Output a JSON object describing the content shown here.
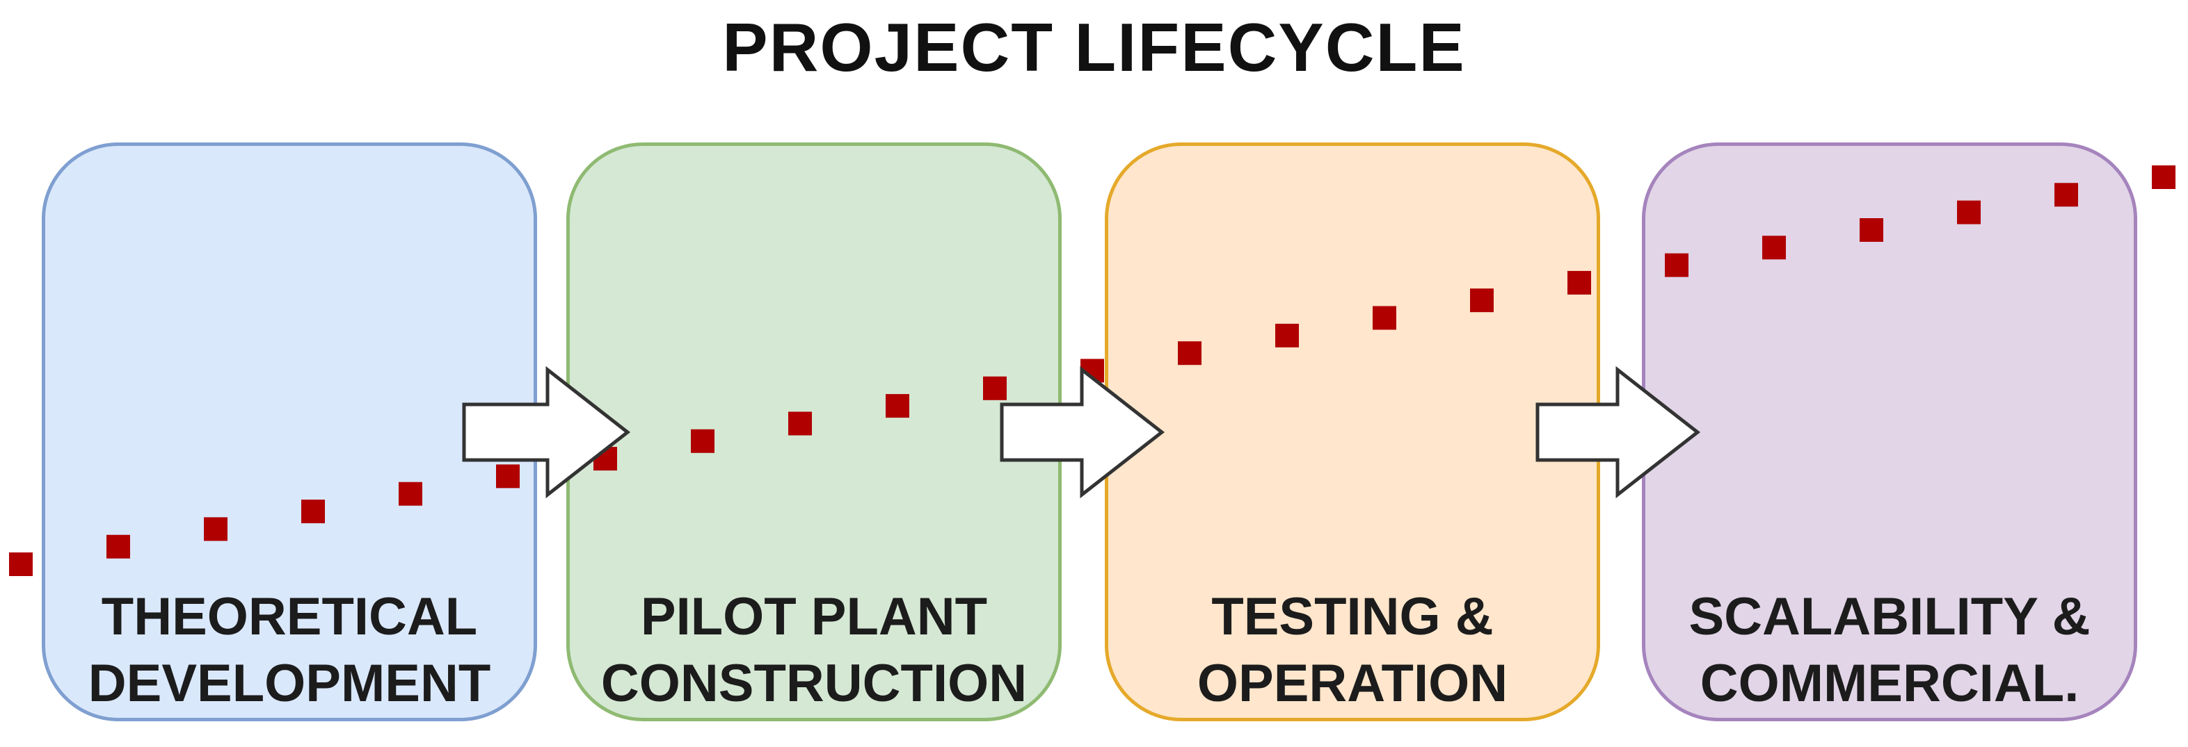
{
  "title": "PROJECT LIFECYCLE",
  "stages": [
    {
      "line1": "THEORETICAL",
      "line2": "DEVELOPMENT",
      "fill": "#dae8fc",
      "stroke": "#7f9fd0"
    },
    {
      "line1": "PILOT PLANT",
      "line2": "CONSTRUCTION",
      "fill": "#d5e8d4",
      "stroke": "#8fba72"
    },
    {
      "line1": "TESTING &",
      "line2": "OPERATION",
      "fill": "#ffe6cc",
      "stroke": "#e5a92a"
    },
    {
      "line1": "SCALABILITY &",
      "line2": "COMMERCIAL.",
      "fill": "#e1d5e7",
      "stroke": "#a584bd"
    }
  ],
  "colors": {
    "trend_dots": "#b00000",
    "arrow_fill": "#ffffff",
    "arrow_stroke": "#333333"
  },
  "icons": {
    "connector": "right-block-arrow-icon"
  }
}
